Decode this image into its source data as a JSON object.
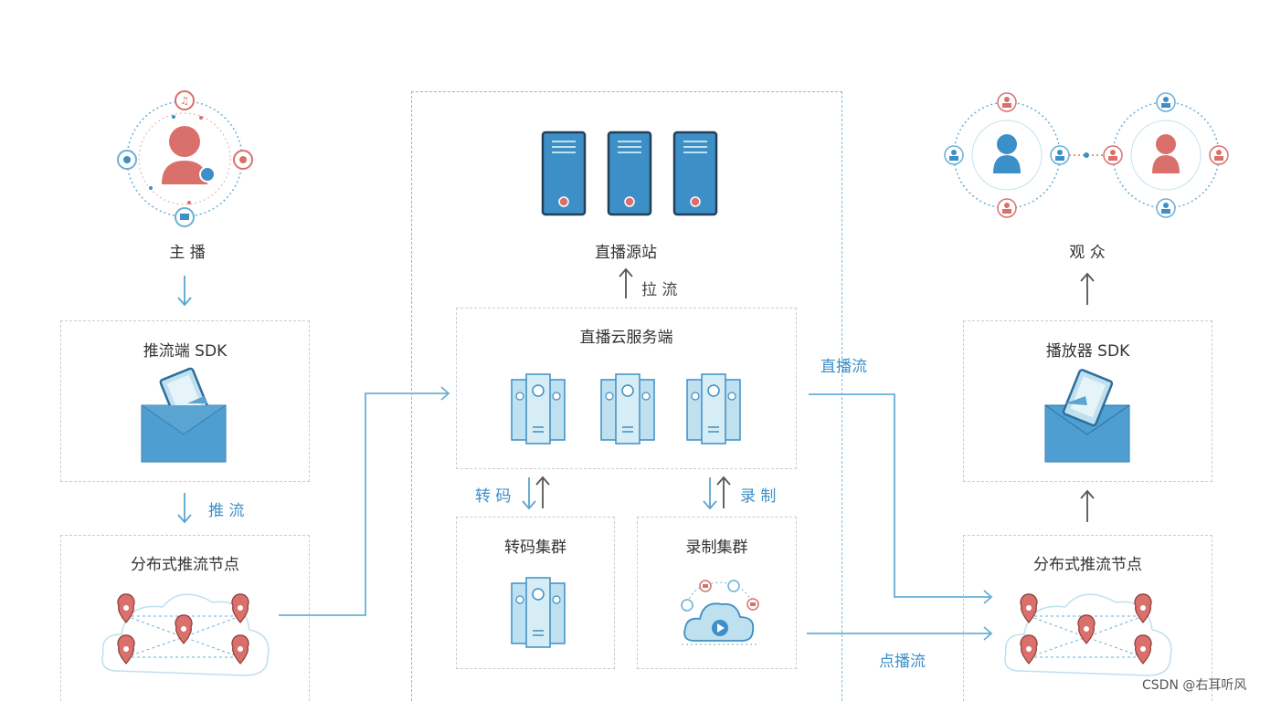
{
  "labels": {
    "anchor": "主 播",
    "push_sdk": "推流端 SDK",
    "push": "推 流",
    "dist_node_left": "分布式推流节点",
    "origin": "直播源站",
    "pull": "拉 流",
    "cloud_server": "直播云服务端",
    "transcode": "转 码",
    "record": "录 制",
    "transcode_cluster": "转码集群",
    "record_cluster": "录制集群",
    "live_stream": "直播流",
    "vod_stream": "点播流",
    "audience": "观 众",
    "player_sdk": "播放器 SDK",
    "dist_node_right": "分布式推流节点",
    "watermark": "CSDN @右耳听风"
  },
  "colors": {
    "red": "#d9706b",
    "blue": "#3d8fc7",
    "light_blue": "#bfe0ee",
    "line": "#6aaed6",
    "dash": "#c9cdd2"
  }
}
